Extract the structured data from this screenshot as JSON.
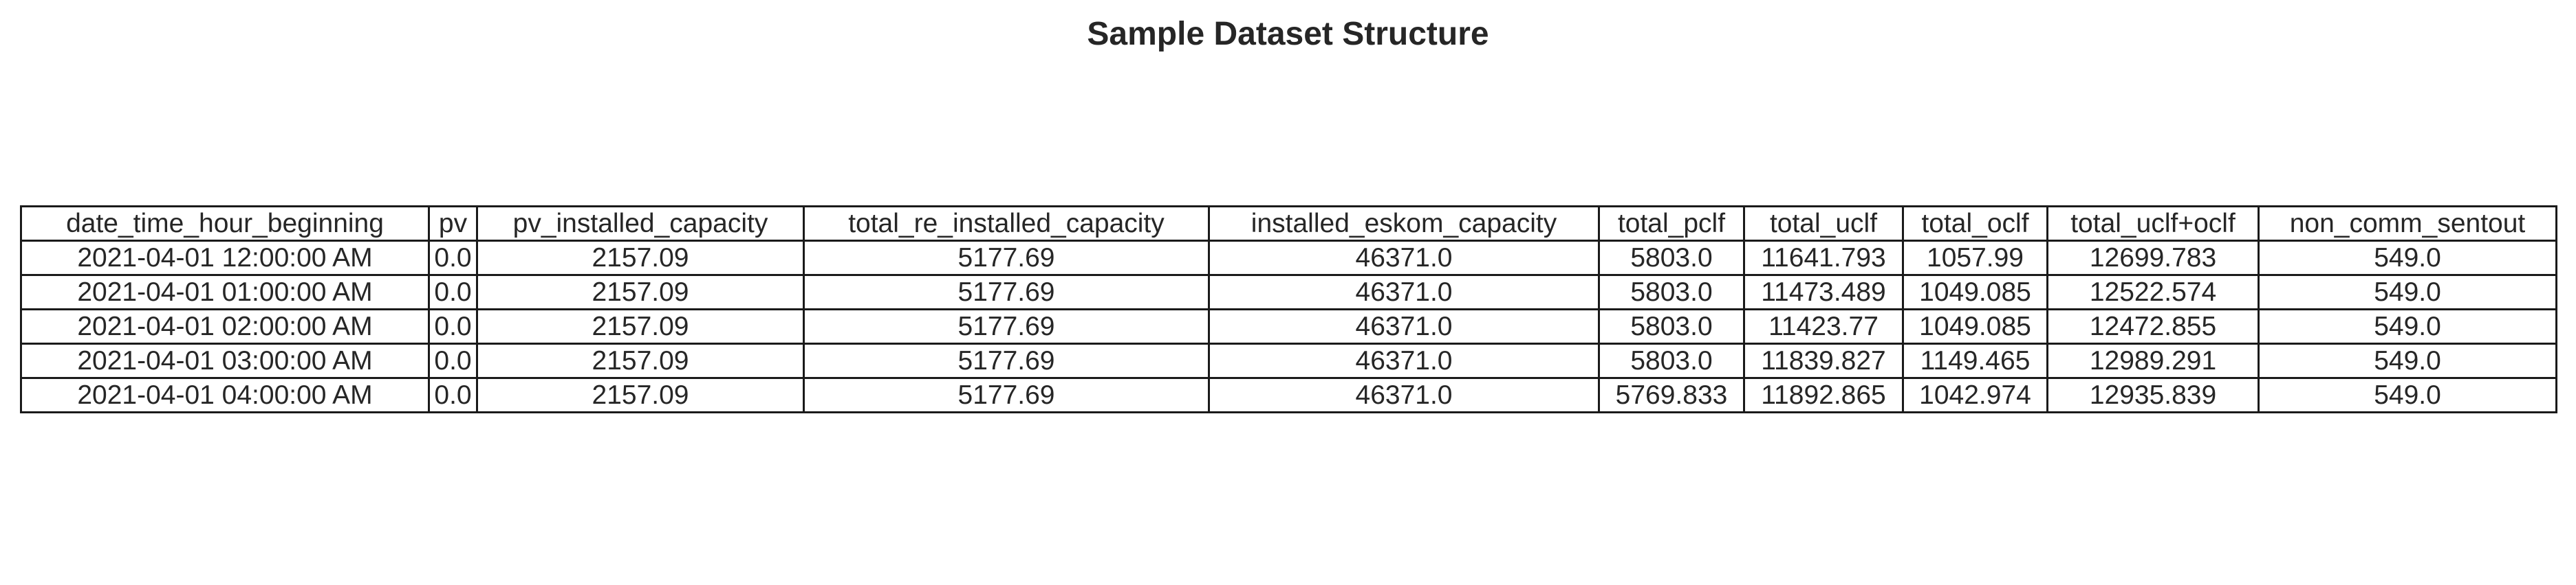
{
  "title": "Sample Dataset Structure",
  "table": {
    "columns": [
      "date_time_hour_beginning",
      "pv",
      "pv_installed_capacity",
      "total_re_installed_capacity",
      "installed_eskom_capacity",
      "total_pclf",
      "total_uclf",
      "total_oclf",
      "total_uclf+oclf",
      "non_comm_sentout"
    ],
    "rows": [
      [
        "2021-04-01 12:00:00 AM",
        "0.0",
        "2157.09",
        "5177.69",
        "46371.0",
        "5803.0",
        "11641.793",
        "1057.99",
        "12699.783",
        "549.0"
      ],
      [
        "2021-04-01 01:00:00 AM",
        "0.0",
        "2157.09",
        "5177.69",
        "46371.0",
        "5803.0",
        "11473.489",
        "1049.085",
        "12522.574",
        "549.0"
      ],
      [
        "2021-04-01 02:00:00 AM",
        "0.0",
        "2157.09",
        "5177.69",
        "46371.0",
        "5803.0",
        "11423.77",
        "1049.085",
        "12472.855",
        "549.0"
      ],
      [
        "2021-04-01 03:00:00 AM",
        "0.0",
        "2157.09",
        "5177.69",
        "46371.0",
        "5803.0",
        "11839.827",
        "1149.465",
        "12989.291",
        "549.0"
      ],
      [
        "2021-04-01 04:00:00 AM",
        "0.0",
        "2157.09",
        "5177.69",
        "46371.0",
        "5769.833",
        "11892.865",
        "1042.974",
        "12935.839",
        "549.0"
      ]
    ]
  }
}
